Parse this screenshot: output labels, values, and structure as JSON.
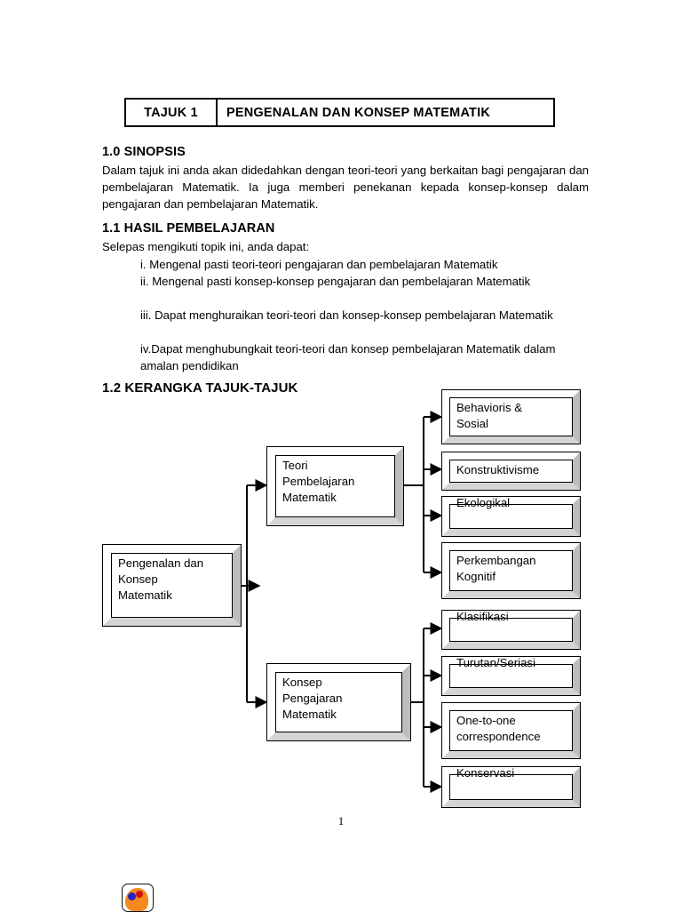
{
  "header": {
    "tajuk_label": "TAJUK 1",
    "title": "PENGENALAN DAN KONSEP MATEMATIK"
  },
  "sections": {
    "synopsis": {
      "heading": "1.0 SINOPSIS",
      "body": "Dalam tajuk ini anda akan didedahkan dengan teori-teori yang berkaitan bagi pengajaran dan pembelajaran Matematik. Ia juga memberi penekanan kepada konsep-konsep dalam pengajaran dan pembelajaran Matematik."
    },
    "learning_outcomes": {
      "heading": "1.1 HASIL PEMBELAJARAN",
      "intro": "Selepas mengikuti topik ini, anda dapat:",
      "items": [
        "i. Mengenal pasti teori-teori pengajaran dan pembelajaran Matematik",
        "ii. Mengenal pasti konsep-konsep pengajaran dan pembelajaran Matematik",
        "iii. Dapat menghuraikan teori-teori dan konsep-konsep pembelajaran Matematik",
        "iv.Dapat menghubungkait teori-teori dan konsep pembelajaran Matematik dalam amalan pendidikan"
      ]
    },
    "framework": {
      "heading": "1.2 KERANGKA TAJUK-TAJUK"
    }
  },
  "diagram": {
    "root": "Pengenalan dan\nKonsep\nMatematik",
    "branches": [
      {
        "label": "Teori\nPembelajaran\nMatematik",
        "children": [
          "Behavioris &\nSosial",
          "Konstruktivisme",
          "Ekologikal",
          "Perkembangan\nKognitif"
        ]
      },
      {
        "label": "Konsep\nPengajaran\nMatematik",
        "children": [
          "Klasifikasi",
          "Turutan/Seriasi",
          "One-to-one\ncorrespondence",
          "Konservasi"
        ]
      }
    ]
  },
  "footer": {
    "page_number": "1"
  }
}
